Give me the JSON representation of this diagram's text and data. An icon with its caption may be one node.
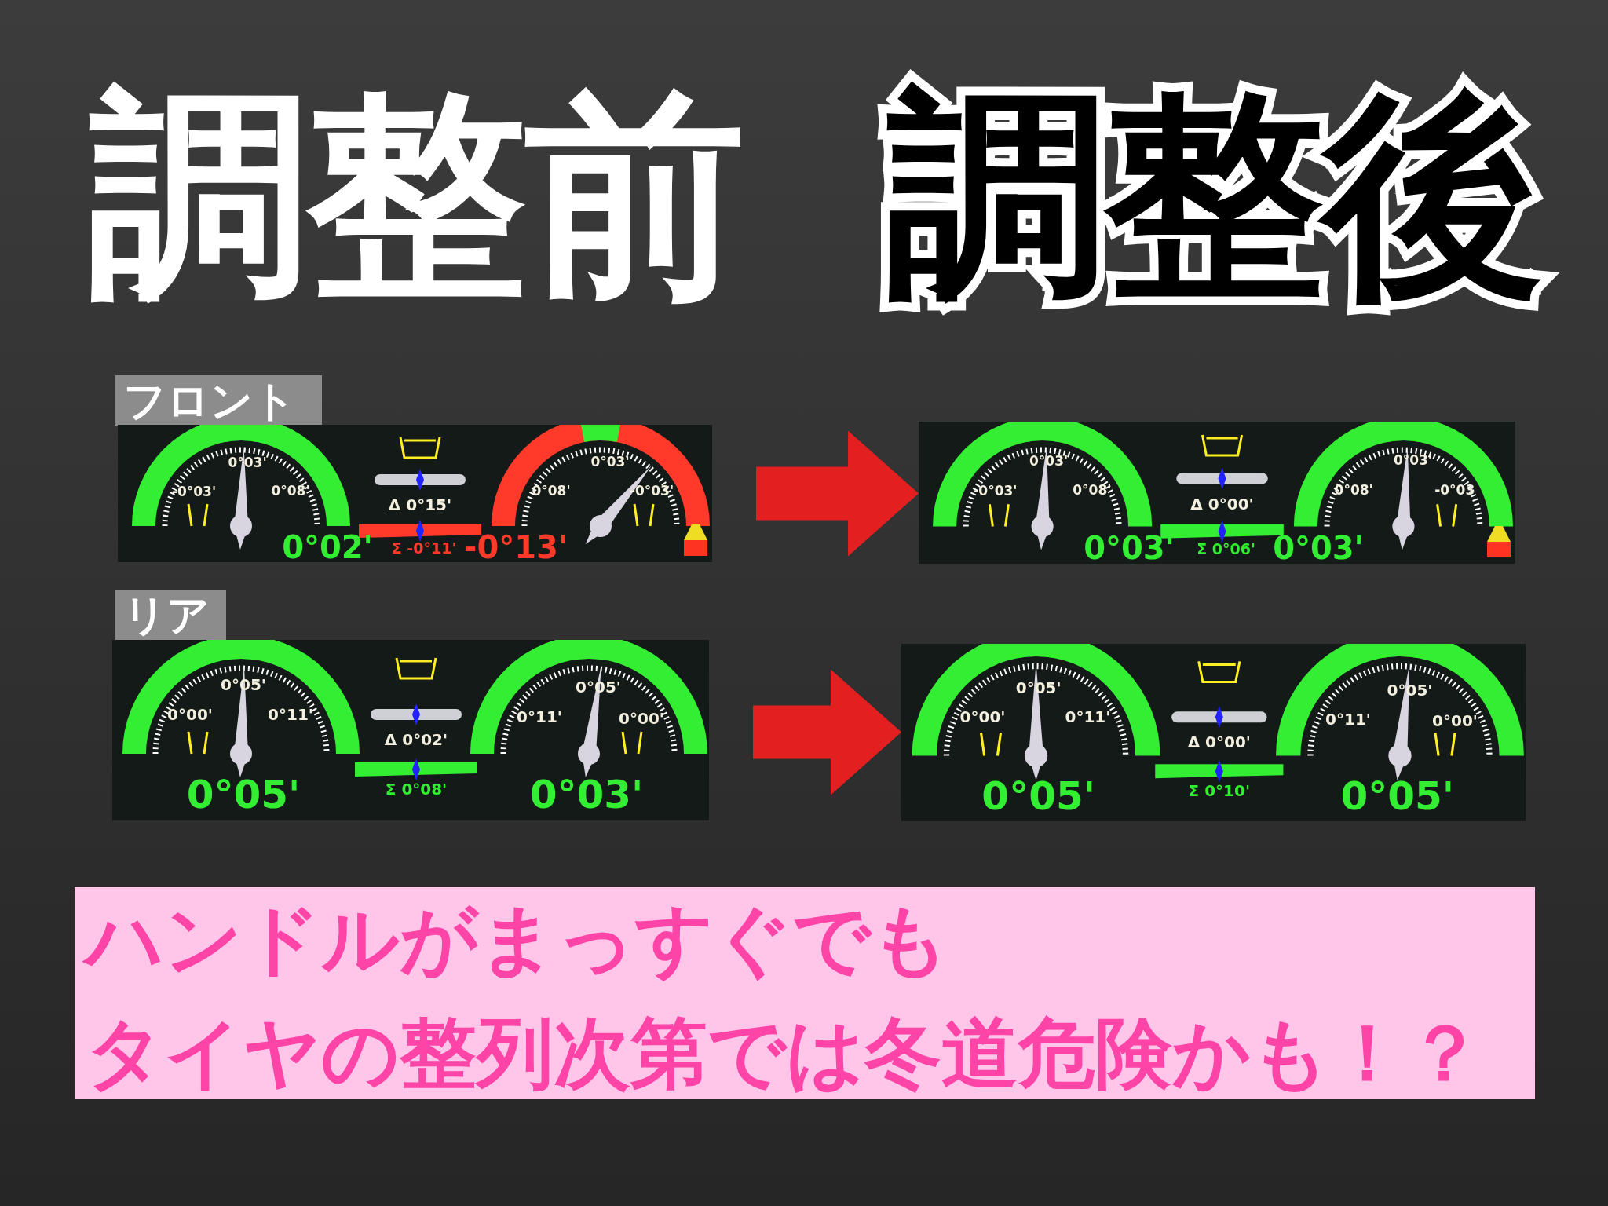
{
  "diagram": {
    "nodes": [
      {
        "text": [
          "フロント"
        ]
      },
      {
        "text": [
          "0°03'",
          "-0°03'",
          "0°08'",
          "Δ 0°15'",
          "0°02'",
          "Σ -0°11'",
          "-0°13'",
          "0°03'",
          "0°08'",
          "-0°03'"
        ]
      },
      {
        "text": [
          "0°03'",
          "-0°03'",
          "0°08'",
          "Δ 0°00'",
          "0°03'",
          "Σ 0°06'",
          "0°03'",
          "0°03'",
          "0°08'",
          "-0°03"
        ]
      },
      {
        "text": [
          "リア"
        ]
      },
      {
        "text": [
          "0°05'",
          "0°00'",
          "0°11'",
          "Δ 0°02'",
          "0°05'",
          "Σ 0°08'",
          "0°03'",
          "0°05'",
          "0°11'",
          "0°00'"
        ]
      },
      {
        "text": [
          "0°05'",
          "0°00'",
          "0°11'",
          "Δ 0°00'",
          "0°05'",
          "Σ 0°10'",
          "0°05'",
          "0°05'",
          "0°11'",
          "0°00'"
        ]
      },
      {
        "text": [
          "ハンドルがまっすぐでも",
          "タイヤの整列次第では冬道危険かも！？"
        ]
      }
    ],
    "edges": [
      {
        "from": 1,
        "to": 2,
        "arrow": "to"
      },
      {
        "from": 4,
        "to": 5,
        "arrow": "to"
      }
    ],
    "labels": [
      "調整前",
      "調整後"
    ]
  }
}
